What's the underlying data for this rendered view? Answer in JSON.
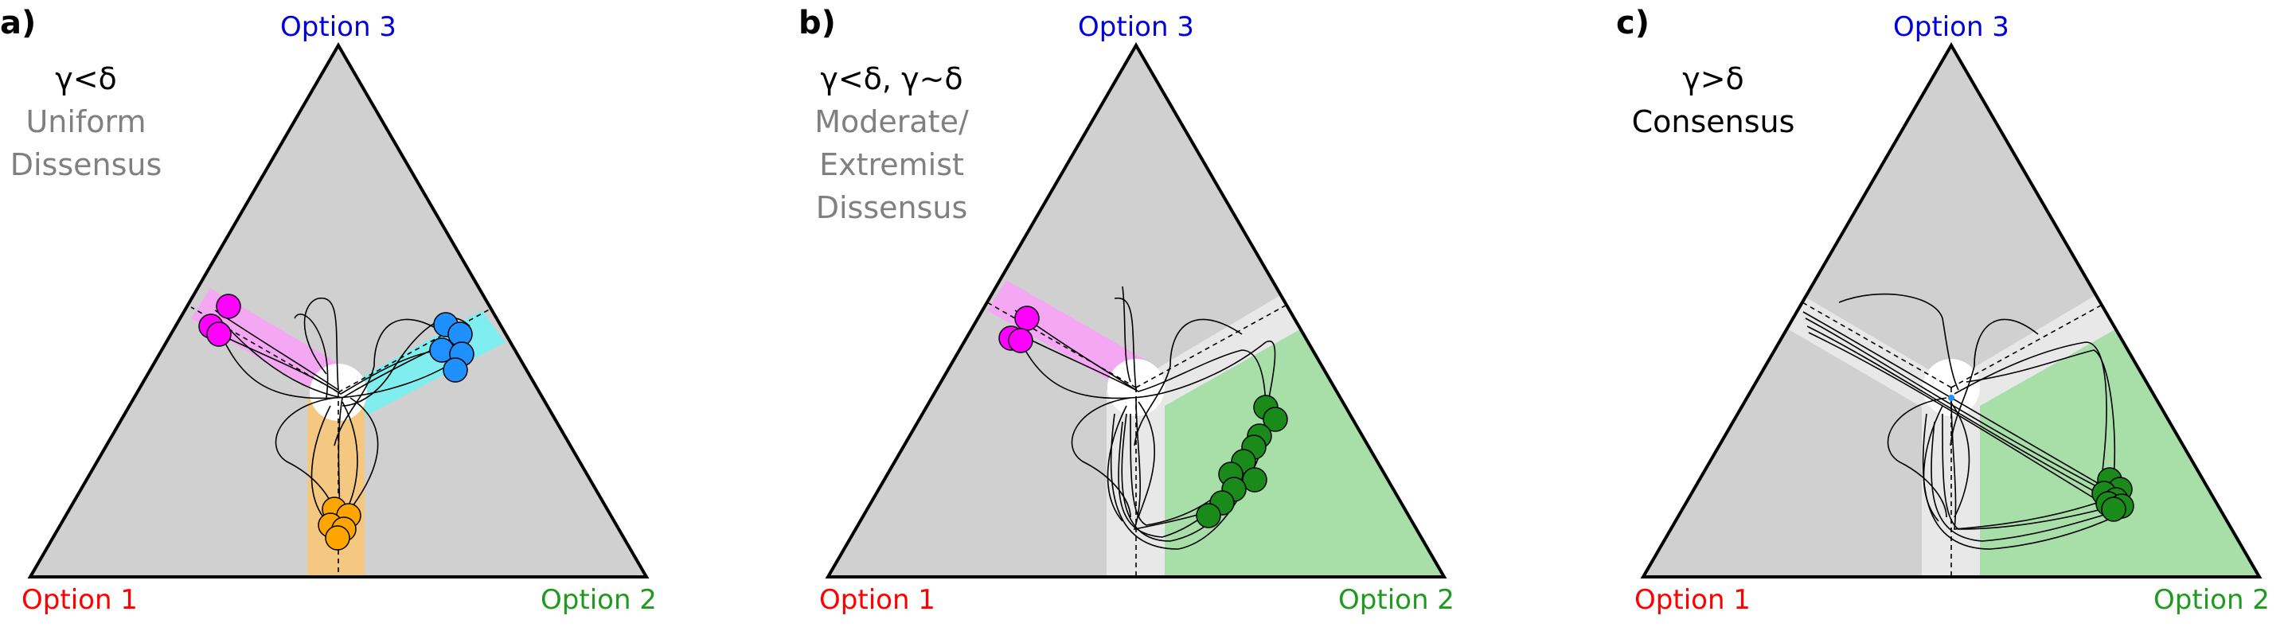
{
  "panels": [
    {
      "id": "a",
      "letter": "a)",
      "condition": "γ<δ",
      "subtitle": [
        "Uniform",
        "Dissensus"
      ],
      "option_top": "Option 3",
      "option_left": "Option 1",
      "option_right": "Option 2"
    },
    {
      "id": "b",
      "letter": "b)",
      "condition": "γ<δ, γ~δ",
      "subtitle": [
        "Moderate/",
        "Extremist",
        "Dissensus"
      ],
      "option_top": "Option 3",
      "option_left": "Option 1",
      "option_right": "Option 2"
    },
    {
      "id": "c",
      "letter": "c)",
      "condition": "γ>δ",
      "subtitle": [
        "Consensus"
      ],
      "option_top": "Option 3",
      "option_left": "Option 1",
      "option_right": "Option 2"
    }
  ],
  "colors": {
    "option1": "#ff0000",
    "option2": "#1f9a1f",
    "option3": "#0000dd",
    "background_region": "#d0d0d0",
    "magenta_region": "#f4a8f4",
    "cyan_region": "#80eeee",
    "orange_region": "#f4c880",
    "green_region": "#a8dea8",
    "magenta_agents": "#ff00ff",
    "blue_agents": "#1e90ff",
    "orange_agents": "#ffa500",
    "green_agents": "#1a8a1a"
  }
}
